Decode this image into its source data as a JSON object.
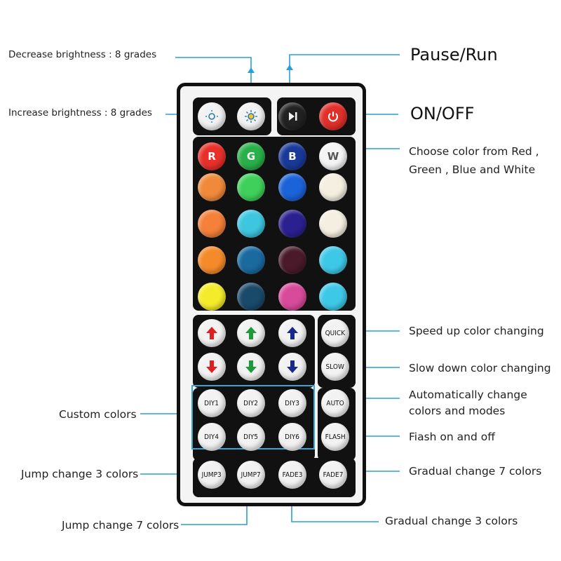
{
  "labels": {
    "decrease_brightness": "Decrease brightness : 8 grades",
    "increase_brightness": "Increase brightness : 8 grades",
    "pause_run": "Pause/Run",
    "on_off": "ON/OFF",
    "choose_color_1": "Choose color from Red ,",
    "choose_color_2": "Green , Blue and White",
    "speed_up": "Speed up color changing",
    "slow_down": "Slow down color changing",
    "auto_1": "Automatically change",
    "auto_2": "colors and modes",
    "flash": "Fiash on and off",
    "gradual7": "Gradual change 7 colors",
    "gradual3": "Gradual change 3 colors",
    "custom": "Custom colors",
    "jump3": "Jump change 3 colors",
    "jump7": "Jump change 7 colors"
  },
  "remote": {
    "rgbw": [
      "R",
      "G",
      "B",
      "W"
    ],
    "color_rows": [
      [
        "#f08a3a",
        "#3ed05a",
        "#1c62d8",
        "#f4efe0"
      ],
      [
        "#f4803a",
        "#3ec6e0",
        "#2a2090",
        "#f4efe0"
      ],
      [
        "#f48a2a",
        "#1a6aa0",
        "#4a1a2a",
        "#3ec8e8"
      ],
      [
        "#f4ec2a",
        "#1a4a6a",
        "#d84a9a",
        "#3ec8e8"
      ]
    ],
    "rgbw_colors": [
      "#e8302a",
      "#2ab04a",
      "#1a3a9a",
      "#f4f4f4"
    ],
    "speed": [
      "QUICK",
      "SLOW"
    ],
    "diy": [
      "DIY1",
      "DIY2",
      "DIY3",
      "DIY4",
      "DIY5",
      "DIY6"
    ],
    "modes": [
      "AUTO",
      "FLASH"
    ],
    "bottom": [
      "JUMP3",
      "JUMP7",
      "FADE3",
      "FADE7"
    ],
    "arrow_colors": [
      "#e02020",
      "#1e9a3a",
      "#1a2a8a"
    ]
  }
}
